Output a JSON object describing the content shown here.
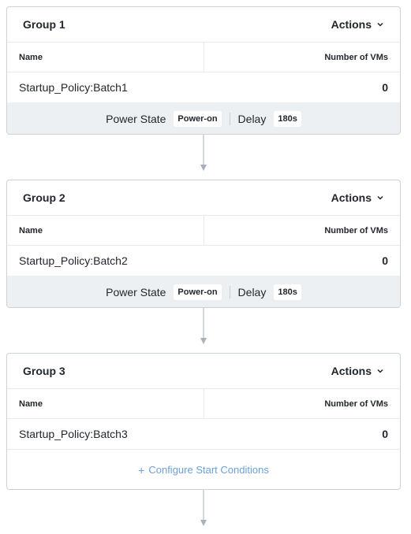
{
  "table_headers": {
    "name": "Name",
    "vms": "Number of VMs"
  },
  "actions_label": "Actions",
  "groups": [
    {
      "title": "Group 1",
      "row": {
        "name": "Startup_Policy:Batch1",
        "vms": "0"
      },
      "footer": {
        "power_state_label": "Power State",
        "power_state_value": "Power-on",
        "delay_label": "Delay",
        "delay_value": "180s"
      }
    },
    {
      "title": "Group 2",
      "row": {
        "name": "Startup_Policy:Batch2",
        "vms": "0"
      },
      "footer": {
        "power_state_label": "Power State",
        "power_state_value": "Power-on",
        "delay_label": "Delay",
        "delay_value": "180s"
      }
    },
    {
      "title": "Group 3",
      "row": {
        "name": "Startup_Policy:Batch3",
        "vms": "0"
      },
      "configure_label": "Configure Start Conditions"
    }
  ],
  "colors": {
    "link": "#6b9fd6",
    "footer_bg": "#edf0f3",
    "border": "#ccd2d9",
    "connector": "#a8b0ba"
  },
  "icons": {
    "actions": "chevron-down-icon",
    "connector": "arrow-down-icon",
    "configure": "plus-icon"
  }
}
